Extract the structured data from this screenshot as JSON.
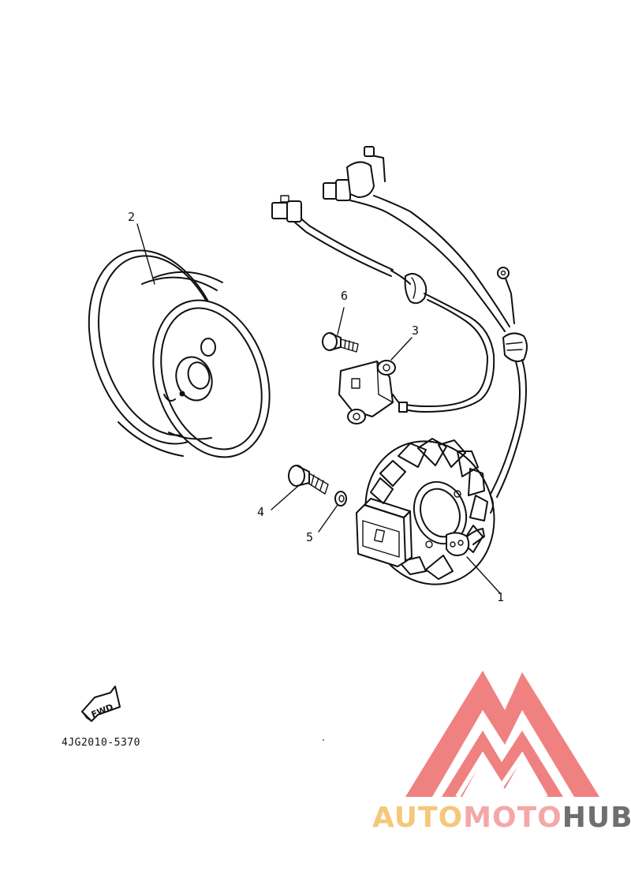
{
  "callouts": [
    {
      "id": "1",
      "label": "1"
    },
    {
      "id": "2",
      "label": "2"
    },
    {
      "id": "3",
      "label": "3"
    },
    {
      "id": "4",
      "label": "4"
    },
    {
      "id": "5",
      "label": "5"
    },
    {
      "id": "6",
      "label": "6"
    }
  ],
  "fwd_arrow": {
    "text": "FWD"
  },
  "diagram_code": "4JG2010-5370",
  "watermark": {
    "text_part1": "AUTO",
    "text_part2": "MOTO",
    "text_part3": "HUB",
    "colors": {
      "logo": "#f07b7b",
      "part1": "#f6c77a",
      "part2": "#f5a7a7",
      "part3": "#6f6f6f"
    }
  }
}
